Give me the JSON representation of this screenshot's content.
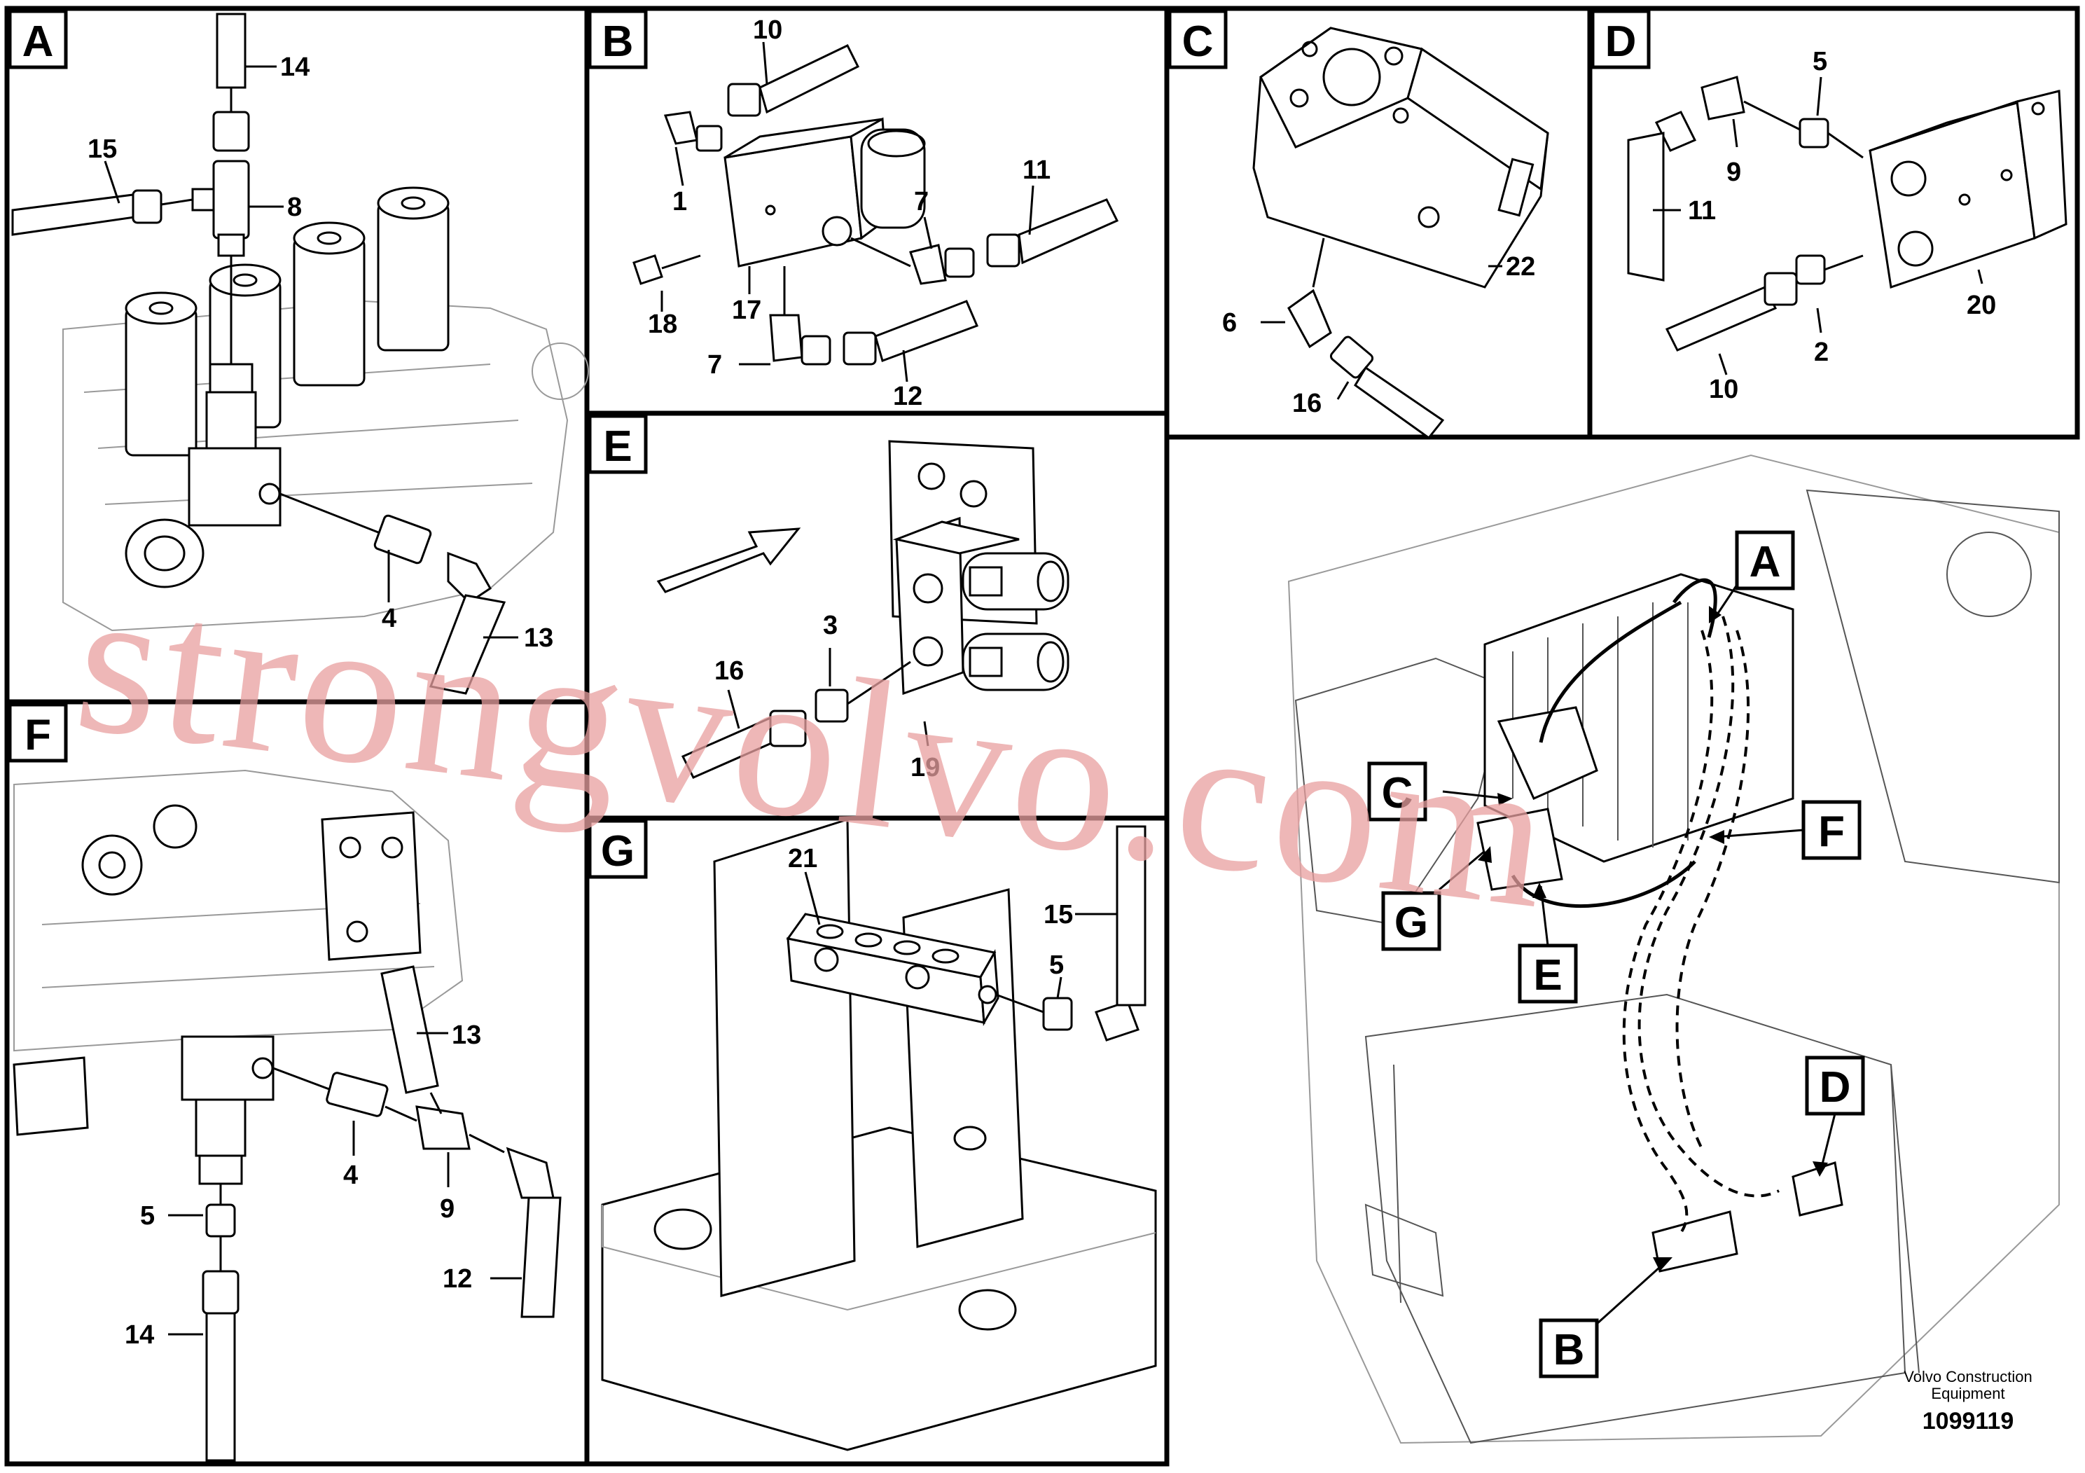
{
  "panels": {
    "A": {
      "letter": "A",
      "callouts": [
        "14",
        "15",
        "8",
        "4",
        "13"
      ]
    },
    "B": {
      "letter": "B",
      "callouts": [
        "10",
        "1",
        "7",
        "11",
        "18",
        "17",
        "7",
        "12"
      ]
    },
    "C": {
      "letter": "C",
      "callouts": [
        "22",
        "6",
        "16"
      ]
    },
    "D": {
      "letter": "D",
      "callouts": [
        "5",
        "9",
        "11",
        "20",
        "2",
        "10"
      ]
    },
    "E": {
      "letter": "E",
      "callouts": [
        "3",
        "16",
        "19"
      ]
    },
    "F": {
      "letter": "F",
      "callouts": [
        "13",
        "4",
        "9",
        "5",
        "12",
        "14"
      ]
    },
    "G": {
      "letter": "G",
      "callouts": [
        "21",
        "15",
        "5"
      ]
    }
  },
  "overview_tags": [
    "A",
    "C",
    "F",
    "G",
    "E",
    "D",
    "B"
  ],
  "watermark": "strongvolvo.com",
  "footer": {
    "brand_line1": "Volvo Construction",
    "brand_line2": "Equipment",
    "doc_number": "1099119"
  }
}
